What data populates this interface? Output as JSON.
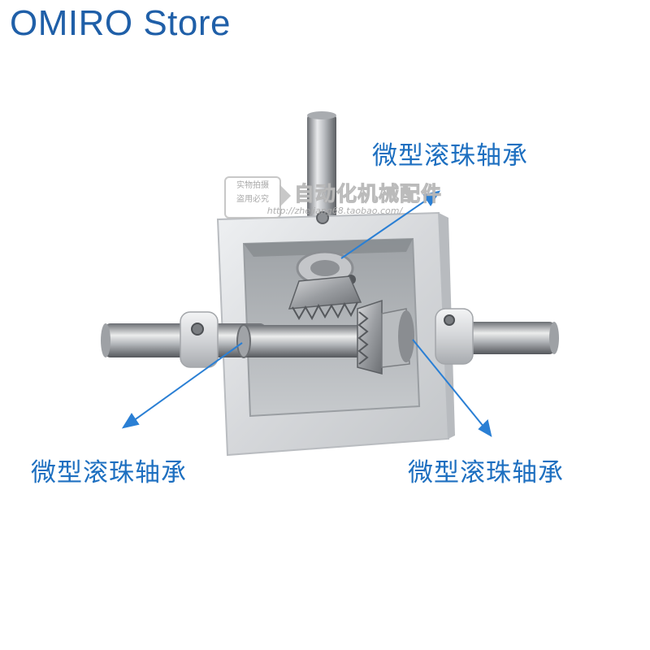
{
  "store": {
    "title": "OMIRO Store"
  },
  "watermark": {
    "stamp_line1": "实物拍摄",
    "stamp_line2": "盗用必究",
    "text": "自动化机械配件",
    "url": "http://zhejiang68.taobao.com/"
  },
  "labels": {
    "top": "微型滚珠轴承",
    "left": "微型滚珠轴承",
    "right": "微型滚珠轴承"
  },
  "colors": {
    "brand": "#1f5fa8",
    "label": "#1d6fc0",
    "arrow": "#2a7fd4",
    "housing": "#d9dadc"
  },
  "product": {
    "icon": "bevel-gearbox-photo"
  }
}
